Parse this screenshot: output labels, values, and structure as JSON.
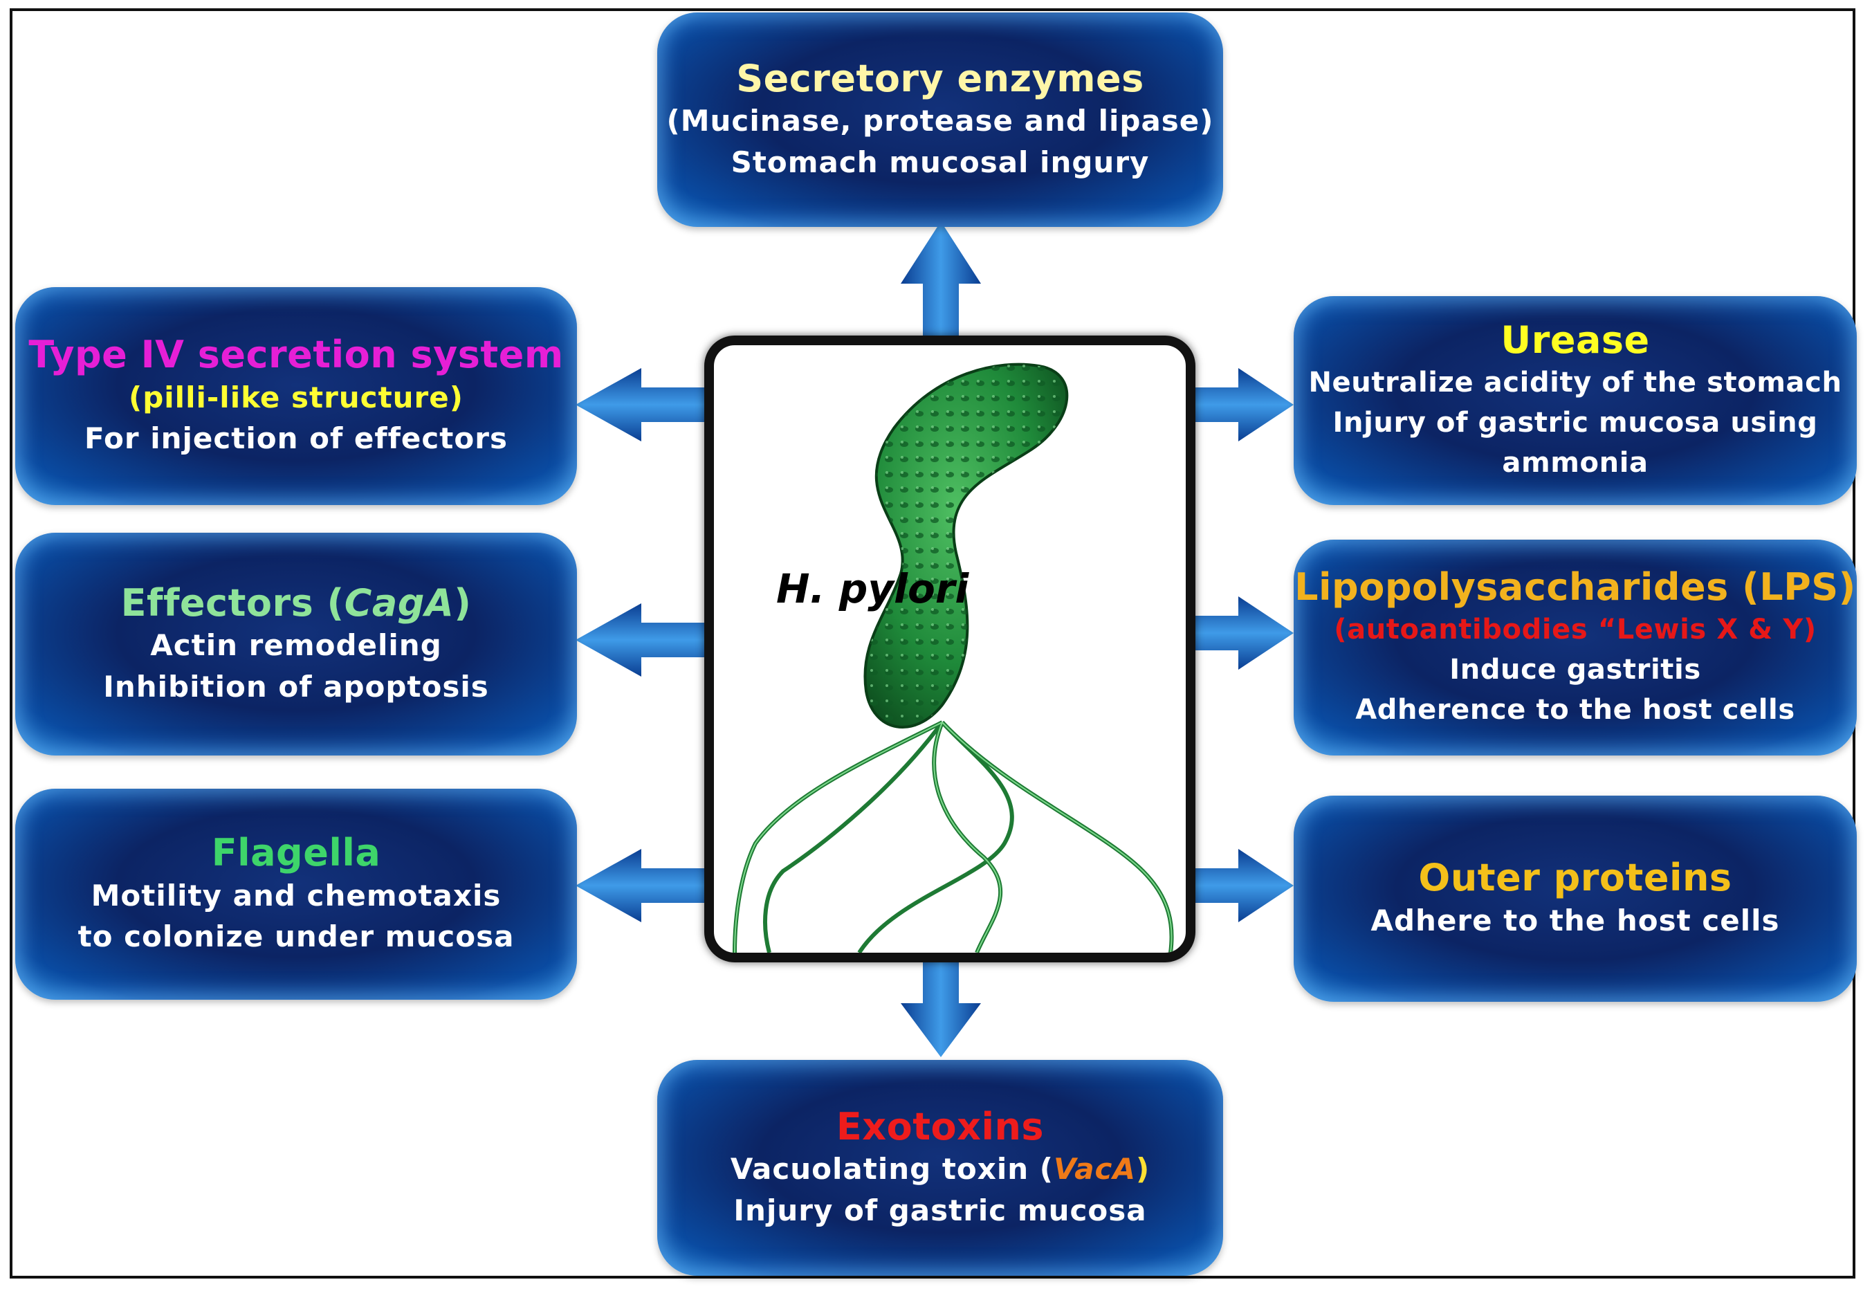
{
  "center": {
    "label": "H. pylori"
  },
  "boxes": {
    "secretory": {
      "title": "Secretory enzymes",
      "line1": "(Mucinase, protease and lipase)",
      "line2": "Stomach mucosal ingury",
      "title_color": "#fff6a8"
    },
    "type4": {
      "title": "Type IV secretion system",
      "line1": "(pilli-like structure)",
      "line2": "For injection of effectors",
      "title_color": "#e61fd6",
      "line1_color": "#ffff33"
    },
    "effectors": {
      "title_pre": "Effectors (",
      "title_italic": "CagA",
      "title_post": ")",
      "line1": "Actin remodeling",
      "line2": "Inhibition of apoptosis",
      "title_color": "#8fe39a"
    },
    "flagella": {
      "title": "Flagella",
      "line1": "Motility and chemotaxis",
      "line2": "to colonize under mucosa",
      "title_color": "#3ed56a"
    },
    "urease": {
      "title": "Urease",
      "line1": "Neutralize acidity of the stomach",
      "line2": "Injury of gastric mucosa using",
      "line3": "ammonia",
      "title_color": "#ffff22"
    },
    "lps": {
      "title": "Lipopolysaccharides (LPS)",
      "line1": "(autoantibodies “Lewis X & Y)",
      "line2": "Induce gastritis",
      "line3": "Adherence to the host cells",
      "title_color": "#f2b21e",
      "line1_color": "#e61818"
    },
    "outer": {
      "title": "Outer proteins",
      "line1": "Adhere to the host cells",
      "title_color": "#f4c01a"
    },
    "exotoxins": {
      "title": "Exotoxins",
      "line1_pre": "Vacuolating toxin (",
      "line1_italic": "VacA",
      "line1_post": ")",
      "line2": "Injury of gastric mucosa",
      "title_color": "#ee1c1c",
      "italic_color": "#f07a18",
      "paren_color": "#ffe033"
    }
  }
}
